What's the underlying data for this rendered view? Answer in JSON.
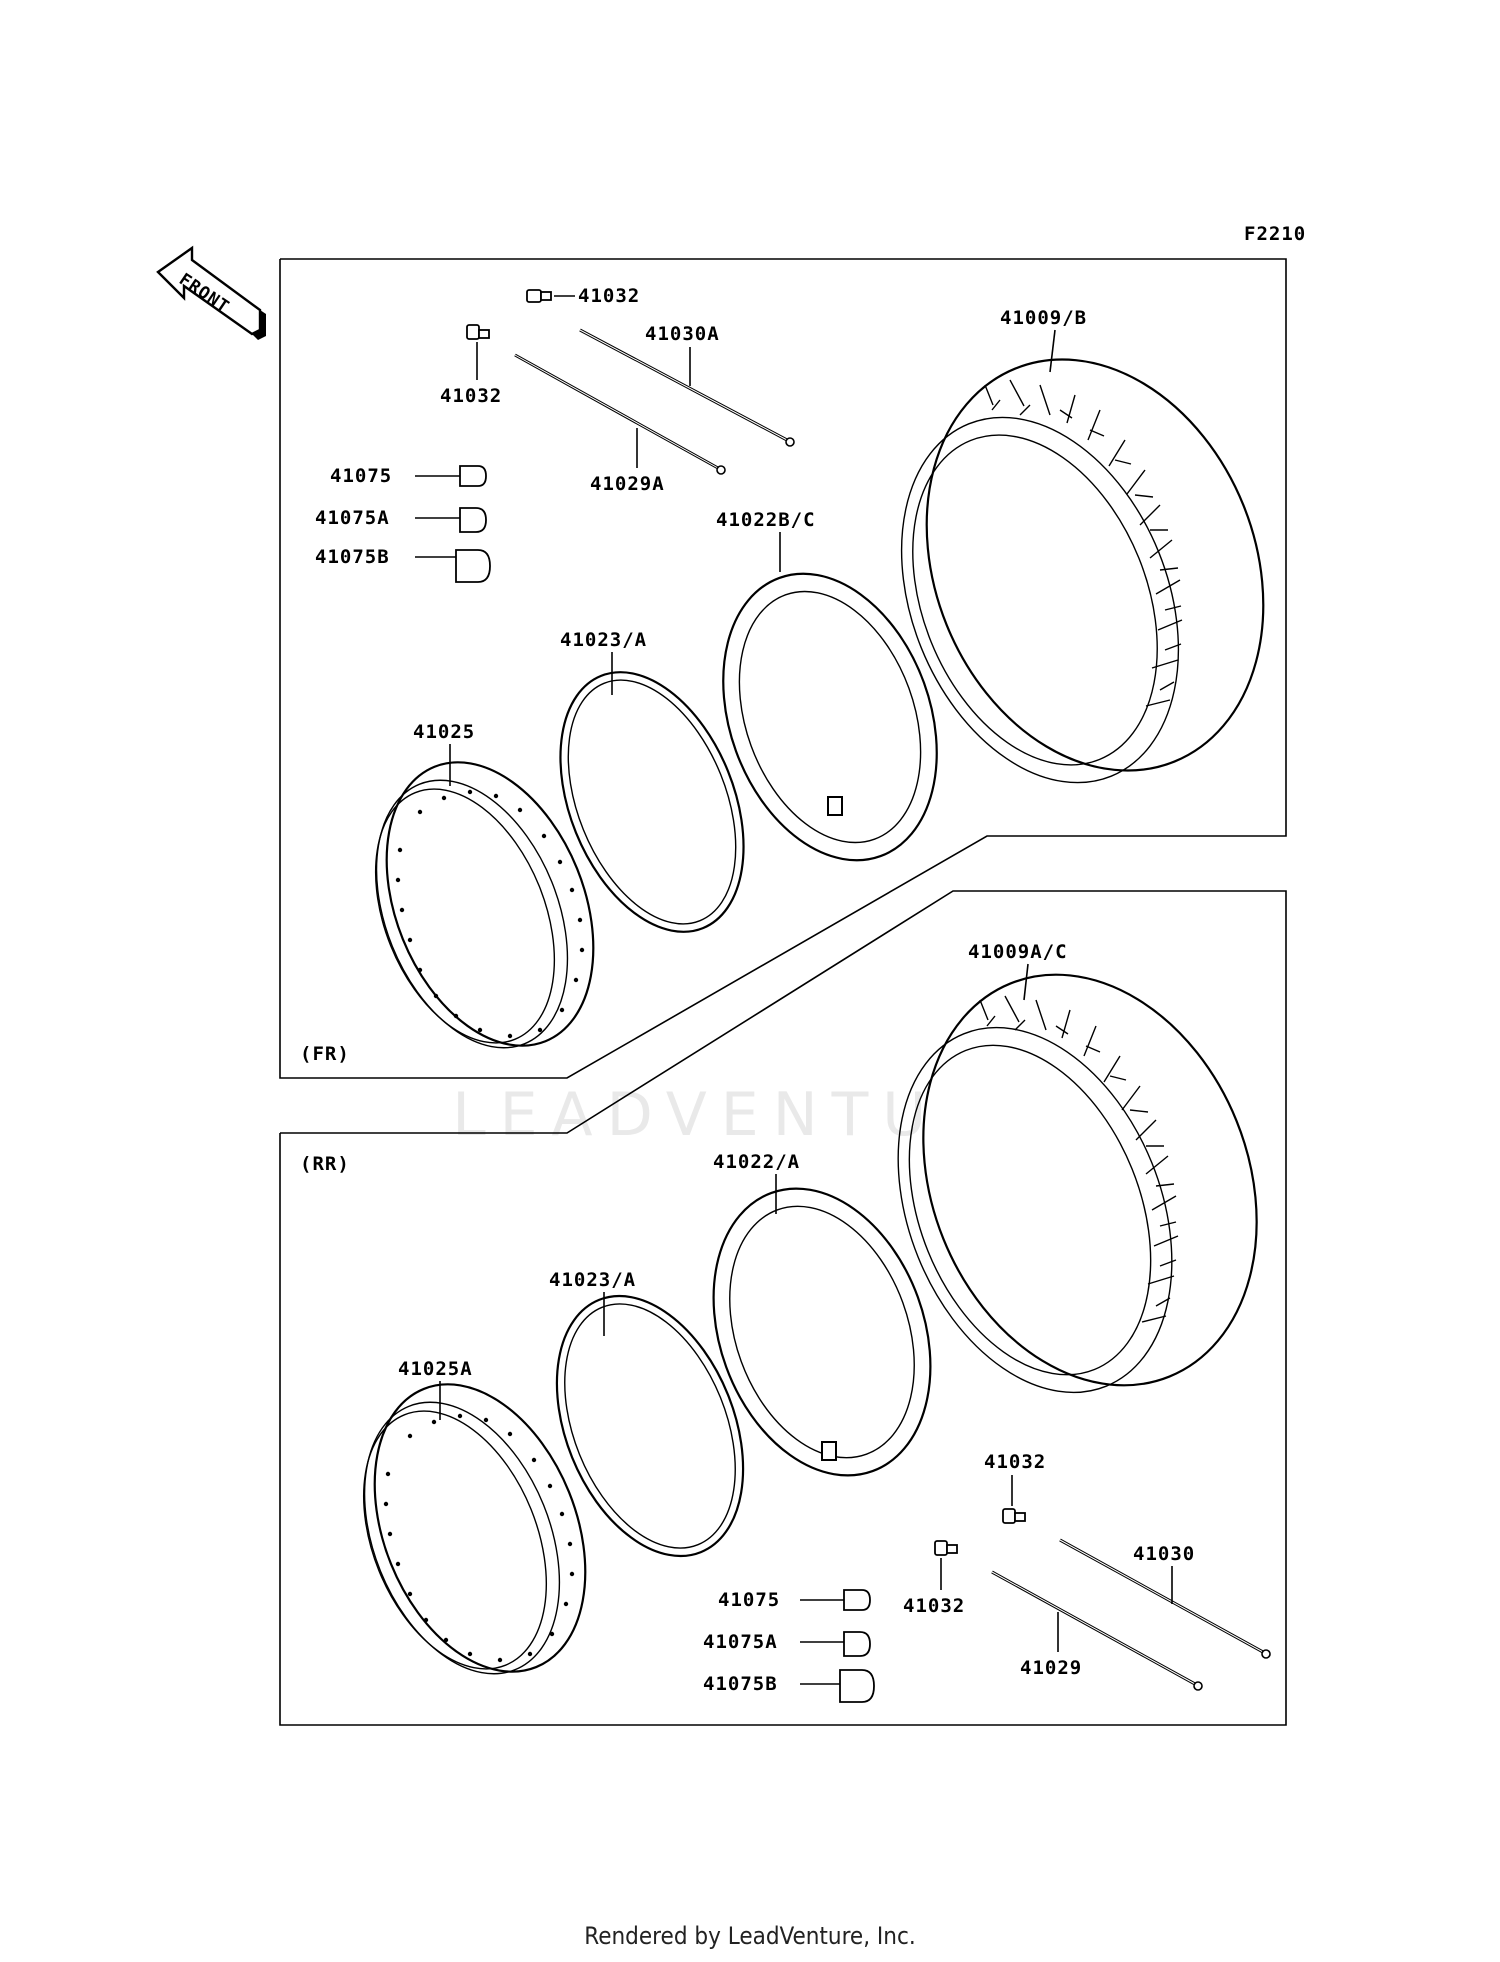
{
  "figure_code": "F2210",
  "front_arrow_text": "FRONT",
  "sections": {
    "front": {
      "label": "(FR)",
      "parts": {
        "tire": "41009/B",
        "tube": "41022B/C",
        "rim_band": "41023/A",
        "rim": "41025",
        "spoke_outer": "41030A",
        "spoke_inner": "41029A",
        "nipple_top": "41032",
        "nipple_left": "41032",
        "weight": "41075",
        "weight_a": "41075A",
        "weight_b": "41075B"
      }
    },
    "rear": {
      "label": "(RR)",
      "parts": {
        "tire": "41009A/C",
        "tube": "41022/A",
        "rim_band": "41023/A",
        "rim": "41025A",
        "spoke_outer": "41030",
        "spoke_inner": "41029",
        "nipple_top": "41032",
        "nipple_left": "41032",
        "weight": "41075",
        "weight_a": "41075A",
        "weight_b": "41075B"
      }
    }
  },
  "watermark": "LEADVENTURE",
  "footer": "Rendered by LeadVenture, Inc."
}
